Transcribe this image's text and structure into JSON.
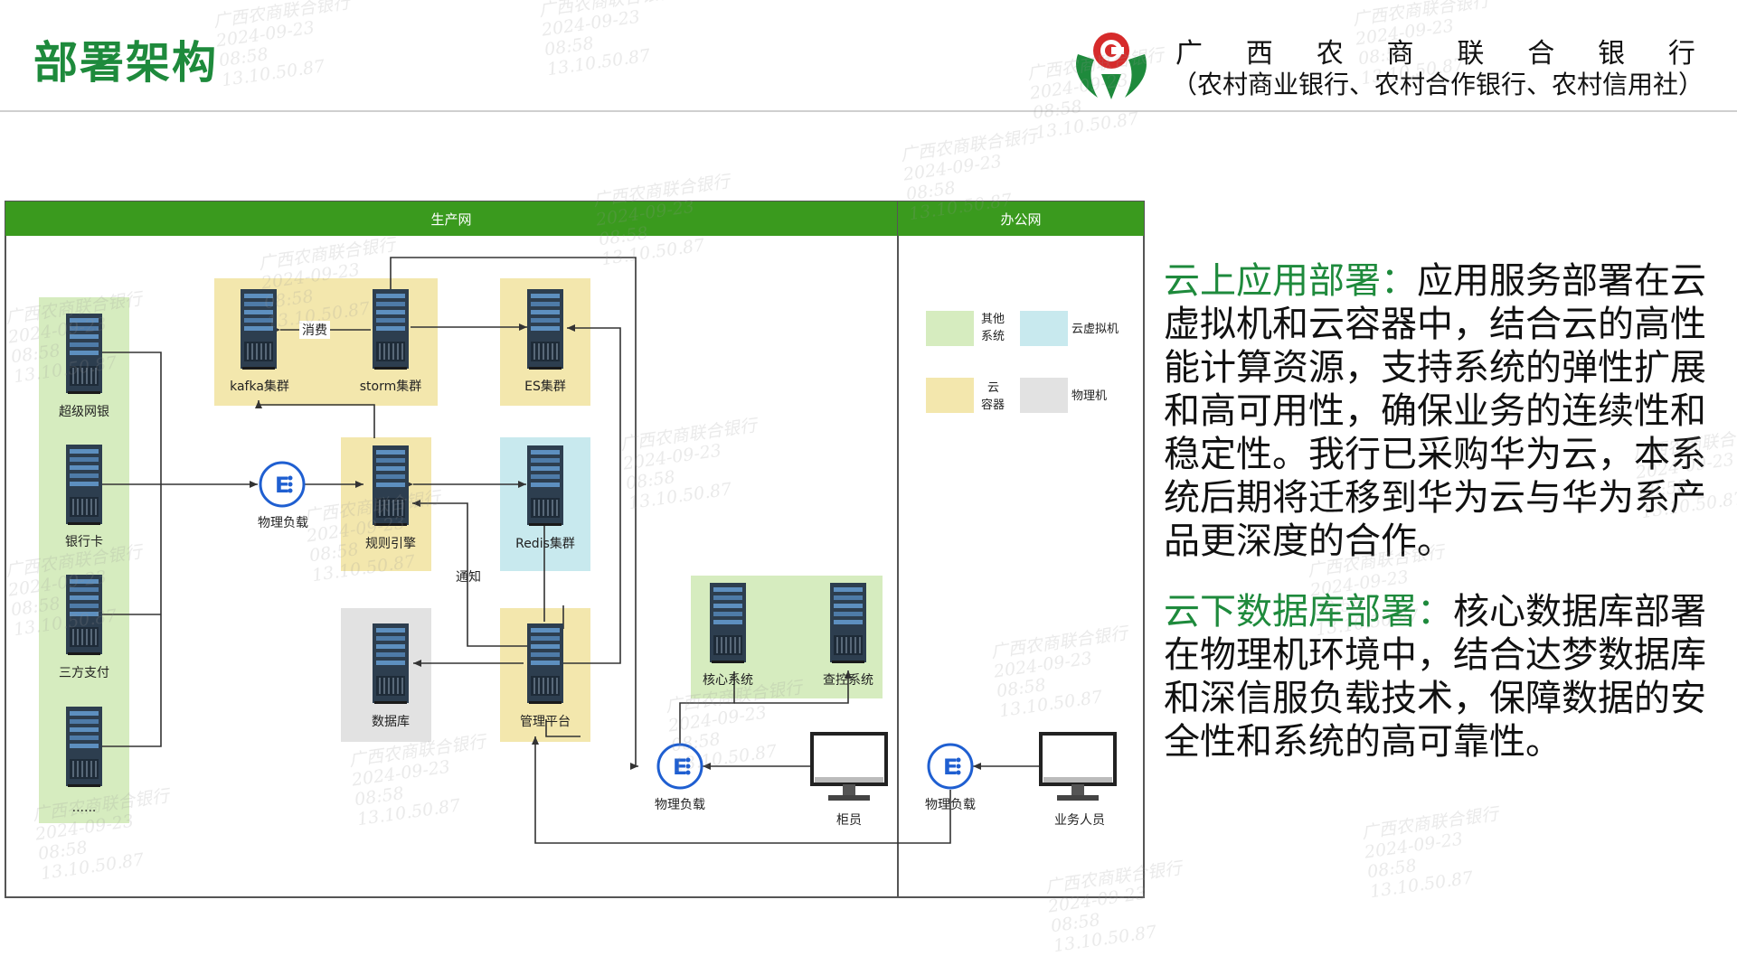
{
  "header": {
    "title": "部署架构",
    "brand_chars": [
      "广",
      "西",
      "农",
      "商",
      "联",
      "合",
      "银",
      "行"
    ],
    "brand_sub": "（农村商业银行、农村合作银行、农村信用社）"
  },
  "watermark": {
    "lines": [
      "广西农商联合银行",
      "2024-09-23",
      "08:58",
      "13.10.50.87"
    ]
  },
  "diagram": {
    "panels": {
      "production": "生产网",
      "office": "办公网"
    },
    "nodes": {
      "chaoji": "超级网银",
      "yinhangka": "银行卡",
      "sanfang": "三方支付",
      "more": "......",
      "lb1": "物理负载",
      "kafka": "kafka集群",
      "storm": "storm集群",
      "es": "ES集群",
      "rule": "规则引擎",
      "redis": "Redis集群",
      "db": "数据库",
      "mgmt": "管理平台",
      "core": "核心系统",
      "check": "查控系统",
      "lb2": "物理负载",
      "teller": "柜员",
      "lb3": "物理负载",
      "staff": "业务人员"
    },
    "edges": {
      "consume": "消费",
      "notify": "通知"
    },
    "legend": {
      "other": "其他\n系统",
      "vm": "云虚拟机",
      "container": "云\n容器",
      "physical": "物理机"
    },
    "colors": {
      "header_green": "#3a9a1e",
      "green_zone": "#d6ecbf",
      "yellow_zone": "#f3e7ad",
      "cyan_zone": "#c8e9ee",
      "gray_zone": "#e2e2e2",
      "lb_blue": "#1f5fd1"
    }
  },
  "text": {
    "cloud_title": "云上应用部署：",
    "cloud_body": "应用服务部署在云虚拟机和云容器中，结合云的高性能计算资源，支持系统的弹性扩展和高可用性，确保业务的连续性和稳定性。我行已采购华为云，本系统后期将迁移到华为云与华为系产品更深度的合作。",
    "db_title": "云下数据库部署：",
    "db_body": "核心数据库部署在物理机环境中，结合达梦数据库和深信服负载技术，保障数据的安全性和系统的高可靠性。"
  }
}
